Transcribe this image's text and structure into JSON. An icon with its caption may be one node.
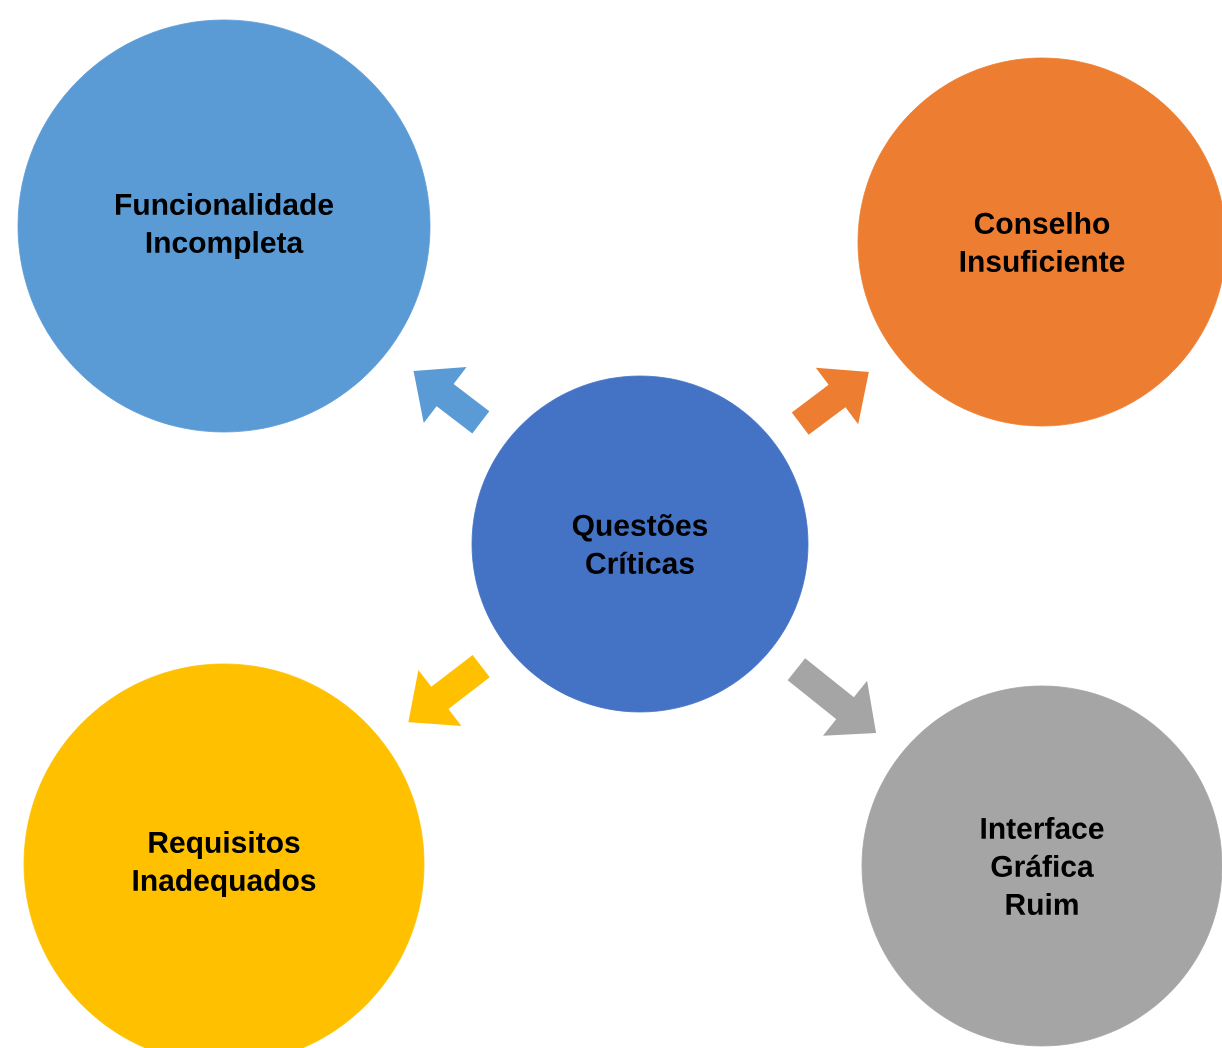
{
  "diagram": {
    "nodes": [
      {
        "text": [
          "Funcionalidade Incompleta"
        ]
      },
      {
        "text": [
          "Conselho Insuficiente"
        ]
      },
      {
        "text": [
          "Questões Críticas"
        ]
      },
      {
        "text": [
          "Requisitos Inadequados"
        ]
      },
      {
        "text": [
          "Interface Gráfica Ruim"
        ]
      }
    ],
    "edges": [
      {
        "from": 2,
        "to": 0,
        "arrow": "to",
        "color": "#5b9bd5"
      },
      {
        "from": 2,
        "to": 1,
        "arrow": "to",
        "color": "#ed7d31"
      },
      {
        "from": 2,
        "to": 3,
        "arrow": "to",
        "color": "#ffc000"
      },
      {
        "from": 2,
        "to": 4,
        "arrow": "to",
        "color": "#a5a5a5"
      }
    ]
  }
}
